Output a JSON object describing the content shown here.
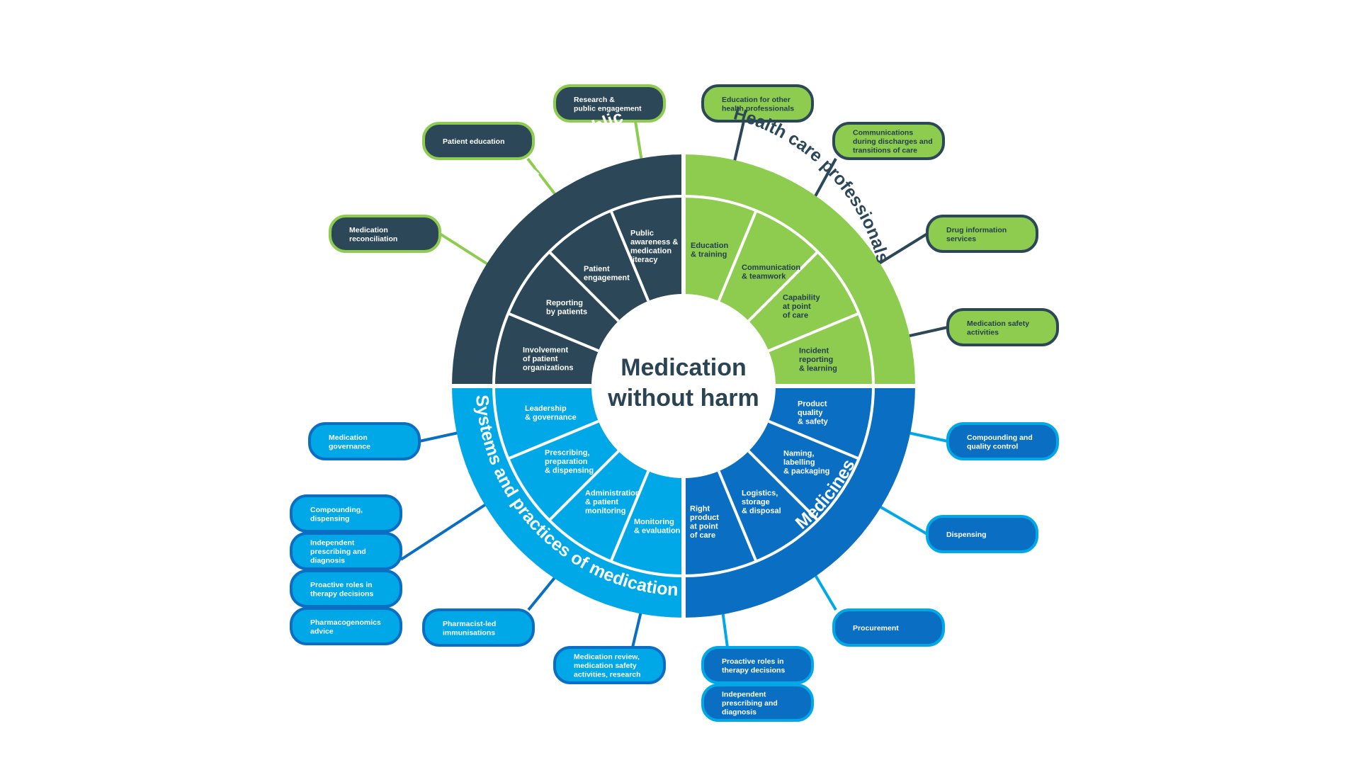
{
  "title": [
    "Medication",
    "without harm"
  ],
  "colors": {
    "navy": "#2c4858",
    "green": "#8dcc4f",
    "light_blue": "#00a8e8",
    "dark_blue": "#0a6fc2",
    "ring_line": "#ffffff"
  },
  "quadrants": [
    {
      "id": "patients",
      "title": "Patients and the public",
      "segments": [
        {
          "lines": [
            "Involvement",
            "of patient",
            "organizations"
          ]
        },
        {
          "lines": [
            "Reporting",
            "by patients"
          ]
        },
        {
          "lines": [
            "Patient",
            "engagement"
          ]
        },
        {
          "lines": [
            "Public",
            "awareness &",
            "medication",
            "literacy"
          ]
        }
      ],
      "pills": [
        {
          "lines": [
            "Medication",
            "reconciliation"
          ]
        },
        {
          "lines": [
            "Patient education"
          ]
        },
        {
          "lines": [
            "Research &",
            "public engagement"
          ]
        }
      ]
    },
    {
      "id": "professionals",
      "title": "Health care professionals",
      "segments": [
        {
          "lines": [
            "Education",
            "& training"
          ]
        },
        {
          "lines": [
            "Communication",
            "& teamwork"
          ]
        },
        {
          "lines": [
            "Capability",
            "at point",
            "of care"
          ]
        },
        {
          "lines": [
            "Incident",
            "reporting",
            "& learning"
          ]
        }
      ],
      "pills": [
        {
          "lines": [
            "Education for other",
            "health professionals"
          ]
        },
        {
          "lines": [
            "Communications",
            "during discharges and",
            "transitions of care"
          ]
        },
        {
          "lines": [
            "Drug information",
            "services"
          ]
        },
        {
          "lines": [
            "Medication safety",
            "activities"
          ]
        }
      ]
    },
    {
      "id": "medicines",
      "title": "Medicines",
      "segments": [
        {
          "lines": [
            "Product",
            "quality",
            "& safety"
          ]
        },
        {
          "lines": [
            "Naming,",
            "labelling",
            "& packaging"
          ]
        },
        {
          "lines": [
            "Logistics,",
            "storage",
            "& disposal"
          ]
        },
        {
          "lines": [
            "Right",
            "product",
            "at point",
            "of care"
          ]
        }
      ],
      "pills": [
        {
          "lines": [
            "Compounding and",
            "quality control"
          ]
        },
        {
          "lines": [
            "Dispensing"
          ]
        },
        {
          "lines": [
            "Procurement"
          ]
        },
        {
          "lines": [
            "Proactive roles in",
            "therapy decisions"
          ]
        },
        {
          "lines": [
            "Independent",
            "prescribing and",
            "diagnosis"
          ]
        }
      ]
    },
    {
      "id": "systems",
      "title": "Systems and practices of medication",
      "segments": [
        {
          "lines": [
            "Leadership",
            "& governance"
          ]
        },
        {
          "lines": [
            "Prescribing,",
            "preparation",
            "& dispensing"
          ]
        },
        {
          "lines": [
            "Administration",
            "& patient",
            "monitoring"
          ]
        },
        {
          "lines": [
            "Monitoring",
            "& evaluation"
          ]
        }
      ],
      "pills": [
        {
          "lines": [
            "Medication",
            "governance"
          ]
        },
        {
          "lines": [
            "Compounding,",
            "dispensing"
          ]
        },
        {
          "lines": [
            "Independent",
            "prescribing and",
            "diagnosis"
          ]
        },
        {
          "lines": [
            "Proactive roles in",
            "therapy decisions"
          ]
        },
        {
          "lines": [
            "Pharmacogenomics",
            "advice"
          ]
        },
        {
          "lines": [
            "Pharmacist-led",
            "immunisations"
          ]
        },
        {
          "lines": [
            "Medication review,",
            "medication safety",
            "activities, research"
          ]
        }
      ]
    }
  ]
}
